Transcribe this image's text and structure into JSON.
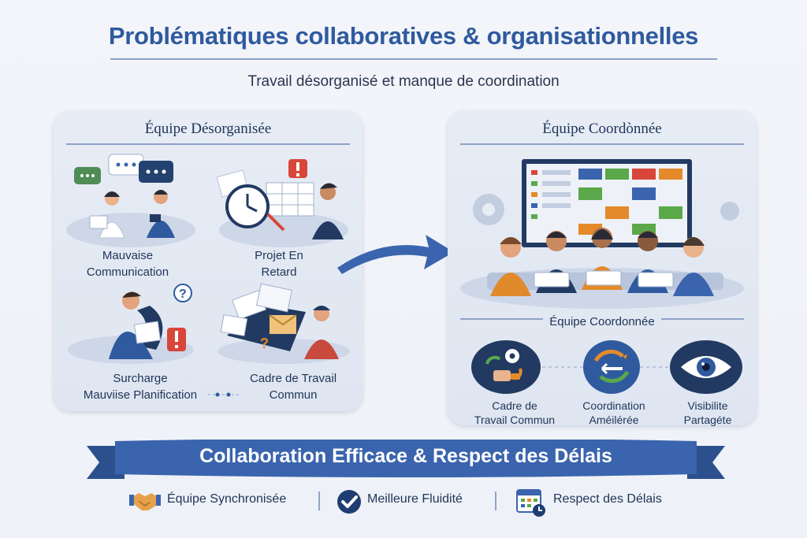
{
  "header": {
    "title": "Problématiques collaboratives & organisationnelles",
    "subtitle": "Travail désorganisé et manque de coordination"
  },
  "left_panel": {
    "title": "Équipe Désorganisée",
    "items": [
      {
        "line1": "Mauvaise",
        "line2": "Communication"
      },
      {
        "line1": "Projet En",
        "line2": "Retard"
      },
      {
        "line1": "Surcharge",
        "line2": "Mauviise Planification"
      },
      {
        "line1": "Cadre de Travail",
        "line2": "Commun"
      }
    ]
  },
  "right_panel": {
    "title": "Équipe Coordònnée",
    "section_title": "Équipe Coordonnée",
    "features": [
      {
        "line1": "Cadre de",
        "line2": "Travail Commun"
      },
      {
        "line1": "Coordination",
        "line2": "Améilérée"
      },
      {
        "line1": "Visibilite",
        "line2": "Partagéte"
      }
    ]
  },
  "banner": {
    "text": "Collaboration Efficace & Respect des Délais"
  },
  "footer": {
    "items": [
      {
        "label": "Équipe Synchronisée",
        "icon": "handshake-icon"
      },
      {
        "label": "Meilleure Fluidité",
        "icon": "checkmark-icon"
      },
      {
        "label": "Respect des Délais",
        "icon": "calendar-clock-icon"
      }
    ]
  },
  "colors": {
    "accent_blue": "#2f5a9e",
    "banner_blue": "#3a64ad",
    "alert_red": "#d8463a",
    "orange": "#e48a2a",
    "green": "#5aa84a"
  }
}
